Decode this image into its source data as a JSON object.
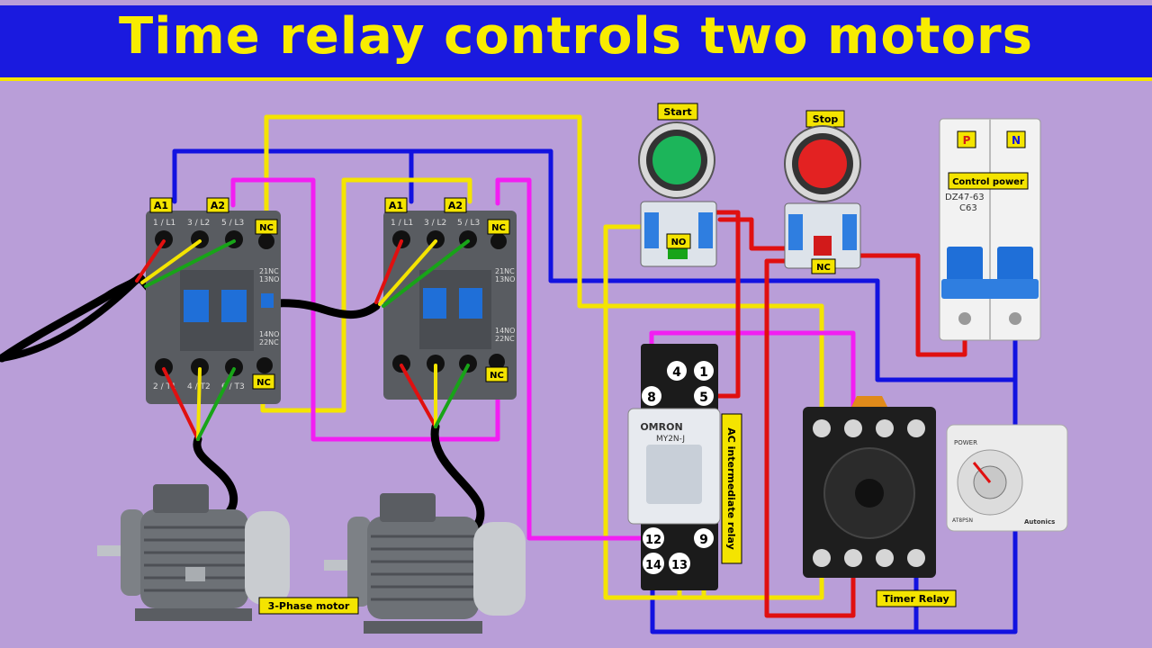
{
  "title": "Time relay controls two motors",
  "labels": {
    "start": "Start",
    "stop": "Stop",
    "no": "NO",
    "nc": "NC",
    "control_power": "Control power",
    "p": "P",
    "n": "N",
    "three_phase_motor": "3-Phase motor",
    "timer_relay": "Timer Relay",
    "ac_relay": "AC intermediate relay",
    "a1": "A1",
    "a2": "A2"
  },
  "contactor": {
    "top_terms": [
      "1 / L1",
      "3 / L2",
      "5 / L3"
    ],
    "bottom_terms": [
      "2 / T1",
      "4 / T2",
      "6 / T3"
    ],
    "aux_top": [
      "21NC",
      "13NO"
    ],
    "aux_bottom": [
      "14NO",
      "22NC"
    ]
  },
  "breaker": {
    "model": "DZ47-63",
    "rating": "C63"
  },
  "relay": {
    "brand": "OMRON",
    "model": "MY2N-J",
    "pins": [
      "4",
      "1",
      "8",
      "5",
      "12",
      "9",
      "14",
      "13"
    ]
  },
  "timer": {
    "brand": "Autonics",
    "model": "AT8PSN",
    "power": "POWER"
  },
  "colors": {
    "background": "#b99ed8",
    "banner": "#1a1adf",
    "title": "#f8ec00",
    "wire_blue": "#1212e0",
    "wire_yellow": "#f4e400",
    "wire_magenta": "#f21ef2",
    "wire_red": "#e01010",
    "wire_black": "#000000"
  }
}
